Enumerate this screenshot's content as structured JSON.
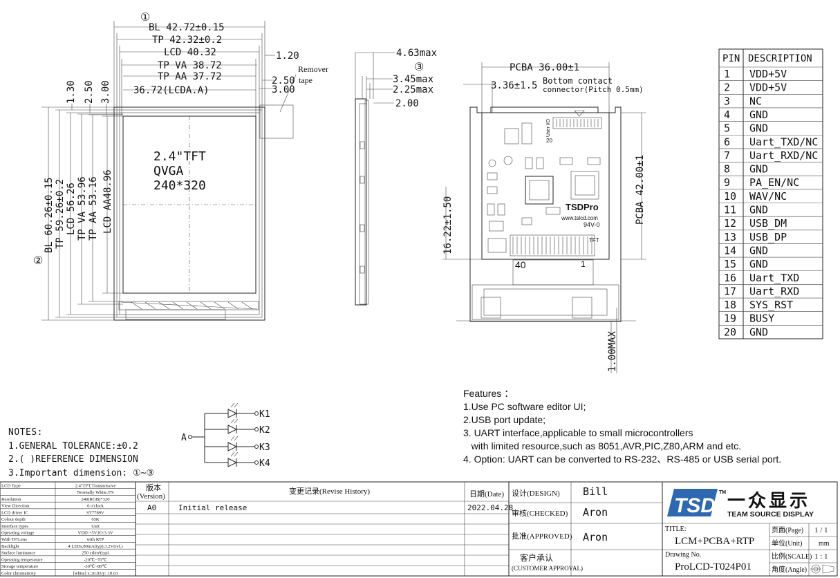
{
  "front_view": {
    "callout": "①",
    "dims_h": [
      "BL 42.72±0.15",
      "TP 42.32±0.2",
      "LCD 40.32",
      "TP VA 38.72",
      "TP AA 37.72",
      "36.72(LCDA.A)"
    ],
    "dims_right": [
      "1.20",
      "2.50",
      "3.00"
    ],
    "remover": "Remover",
    "tape": "tape",
    "dims_top_v": [
      "1.30",
      "2.50",
      "3.00"
    ],
    "dims_v": [
      "BL 60.26±0.15",
      "TP 59.26±0.2",
      "LCD 56.26",
      "TP VA 53.96",
      "TP AA 53.16",
      "LCD AA48.96"
    ],
    "callout_side": "②",
    "screen_lines": [
      "2.4\"TFT",
      "QVGA",
      "240*320"
    ]
  },
  "side_view": {
    "callout": "③",
    "dims": [
      "4.63max",
      "3.45max",
      "2.25max",
      "2.00"
    ],
    "bottom": "1.00MAX"
  },
  "back_view": {
    "pcba_w": "PCBA 36.00±1",
    "offset": "3.36±1.5",
    "connector_note_1": "Bottom contact",
    "connector_note_2": "connector(Pitch 0.5mm)",
    "pcba_h": "PCBA 42.00±1",
    "left_dim": "16.22±1.50",
    "brand_logo": "TSDPro",
    "brand_url": "www.tslcd.com",
    "rating": "94V-0",
    "pin_left": "40",
    "pin_right": "1",
    "user_io": "User I/O",
    "pin_20": "20",
    "tft": "TFT"
  },
  "pin_table": {
    "headers": [
      "PIN",
      "DESCRIPTION"
    ],
    "rows": [
      [
        "1",
        "VDD+5V"
      ],
      [
        "2",
        "VDD+5V"
      ],
      [
        "3",
        "NC"
      ],
      [
        "4",
        "GND"
      ],
      [
        "5",
        "GND"
      ],
      [
        "6",
        "Uart_TXD/NC"
      ],
      [
        "7",
        "Uart_RXD/NC"
      ],
      [
        "8",
        "GND"
      ],
      [
        "9",
        "PA_EN/NC"
      ],
      [
        "10",
        "WAV/NC"
      ],
      [
        "11",
        "GND"
      ],
      [
        "12",
        "USB_DM"
      ],
      [
        "13",
        "USB_DP"
      ],
      [
        "14",
        "GND"
      ],
      [
        "15",
        "GND"
      ],
      [
        "16",
        "Uart_TXD"
      ],
      [
        "17",
        "Uart_RXD"
      ],
      [
        "18",
        "SYS_RST"
      ],
      [
        "19",
        "BUSY"
      ],
      [
        "20",
        "GND"
      ]
    ]
  },
  "led_circuit": {
    "anode": "A",
    "cathodes": [
      "K1",
      "K2",
      "K3",
      "K4"
    ]
  },
  "features": {
    "title": "Features ：",
    "items": [
      "1.Use PC software editor UI;",
      "2.USB port update;",
      "3. UART  interface,applicable to small microcontrollers",
      "   with limited resource,such as 8051,AVR,PIC,Z80,ARM and etc.",
      "4. Option: UART can be converted to RS-232、RS-485 or USB serial port."
    ]
  },
  "notes": {
    "title": "NOTES:",
    "items": [
      "1.GENERAL TOLERANCE:±0.2",
      "2.(  )REFERENCE DIMENSION",
      "3.Important dimension: ①~③"
    ]
  },
  "spec_table": [
    [
      "LCD Type",
      "2.4\"TFT,Transmissive"
    ],
    [
      "",
      "Normally White,TN"
    ],
    [
      "Resolution",
      "240(RGB)*320"
    ],
    [
      "View Direction",
      "6 o'clock"
    ],
    [
      "LCD driver IC",
      "ST7789V"
    ],
    [
      "Colour depth",
      "65K"
    ],
    [
      "Interface types",
      "Uart"
    ],
    [
      "Operating voltage",
      "VDD:+5V;IO:3.3V"
    ],
    [
      "With TP/Lens",
      "with RTP"
    ],
    [
      "Backlight",
      "4 LEDs,80mA(typ),3.2V(ref.)"
    ],
    [
      "Surface luminance",
      "250 cd/m²(typ)"
    ],
    [
      "Operating temperature",
      "-20℃~70℃"
    ],
    [
      "Storage temperature",
      "-30℃~80℃"
    ],
    [
      "Color chromaticity",
      "[white] x:±0.03/y:  ±0.03"
    ]
  ],
  "revision": {
    "h_ver": "版本",
    "h_ver2": "(Version)",
    "h_hist": "变更记录(Revise History)",
    "h_date": "日期(Date)",
    "row_ver": "A0",
    "row_text": "Initial release",
    "row_date": "2022.04.28"
  },
  "approvals": [
    {
      "label": "设计(DESIGN)",
      "name": "Bill"
    },
    {
      "label": "审核(CHECKED)",
      "name": "Aron"
    },
    {
      "label": "批准(APPROVED)",
      "name": "Aron"
    },
    {
      "label": "客户承认",
      "label2": "(CUSTOMER APPROVAL)",
      "name": ""
    }
  ],
  "title_block": {
    "logo": "TSD",
    "tm": "TM",
    "company_cn": "一众显示",
    "company_en": "TEAM SOURCE DISPLAY",
    "title_label": "TITLE:",
    "title": "LCM+PCBA+RTP",
    "drawing_label": "Drawing No.",
    "drawing_no": "ProLCD-T024P01",
    "page_label": "页面(Page)",
    "page": "1 / 1",
    "unit_label": "单位(Unit)",
    "unit": "mm",
    "scale_label": "比例(SCALE)",
    "scale": "1 : 1",
    "angle_label": "角度(Angle)"
  }
}
